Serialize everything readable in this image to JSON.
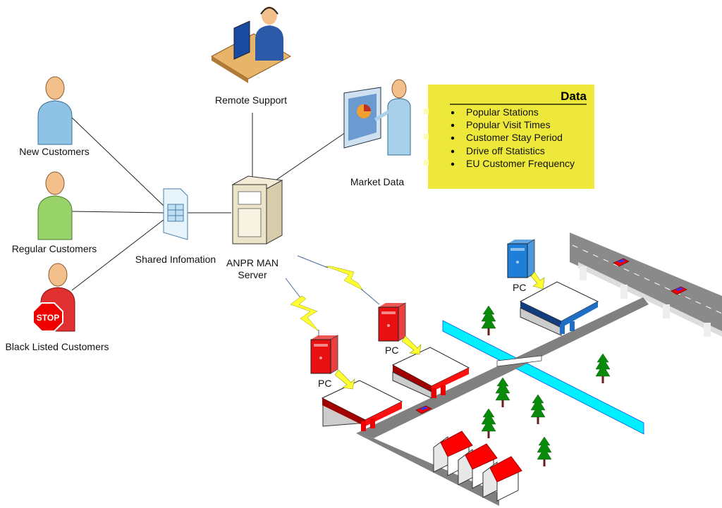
{
  "labels": {
    "new_customers": "New Customers",
    "regular_customers": "Regular Customers",
    "black_listed_customers": "Black Listed Customers",
    "stop_sign": "STOP",
    "shared_information": "Shared Infomation",
    "server_line1": "ANPR MAN",
    "server_line2": "Server",
    "remote_support": "Remote Support",
    "market_data": "Market Data",
    "pc": "PC"
  },
  "data_box": {
    "title": "Data",
    "items": [
      "Popular Stations",
      "Popular Visit Times",
      "Customer Stay Period",
      "Drive off Statistics",
      "EU Customer Frequency"
    ]
  },
  "colors": {
    "data_box": "#ede83a",
    "red_station": "#e60000",
    "blue_station": "#1e6fc4",
    "river": "#00f0ff",
    "road": "#808080",
    "lightning": "#ffff33",
    "tree": "#0a8a0a"
  }
}
